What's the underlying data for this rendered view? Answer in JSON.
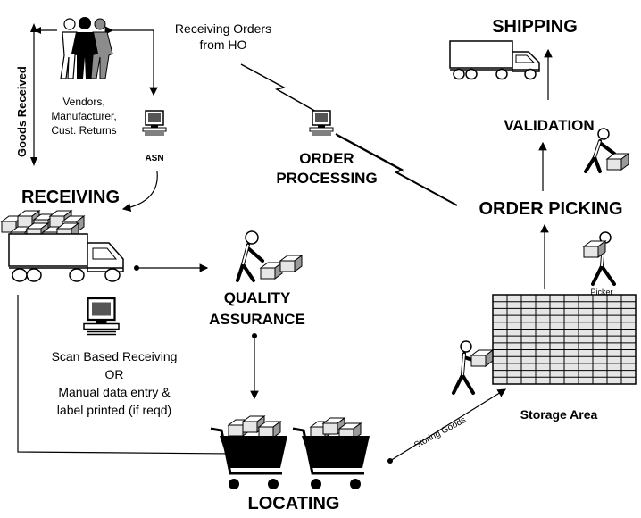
{
  "labels": {
    "goods_received": "Goods Received",
    "receiving_orders": "Receiving Orders\nfrom HO",
    "vendors": "Vendors,\nManufacturer,\nCust. Returns",
    "asn": "ASN",
    "receiving": "RECEIVING",
    "order_processing": "ORDER\nPROCESSING",
    "shipping": "SHIPPING",
    "validation": "VALIDATION",
    "order_picking": "ORDER PICKING",
    "picker": "Picker",
    "quality_assurance": "QUALITY\nASSURANCE",
    "scan_based": "Scan Based Receiving\nOR\nManual data entry &\nlabel printed (if reqd)",
    "storage_area": "Storage Area",
    "storing_goods": "Storing Goods",
    "locating": "LOCATING"
  },
  "colors": {
    "ink": "#000000",
    "box_fill": "#e6e6e6",
    "box_dark": "#9a9a9a",
    "person_gray": "#8c8c8c",
    "screen": "#555555"
  }
}
